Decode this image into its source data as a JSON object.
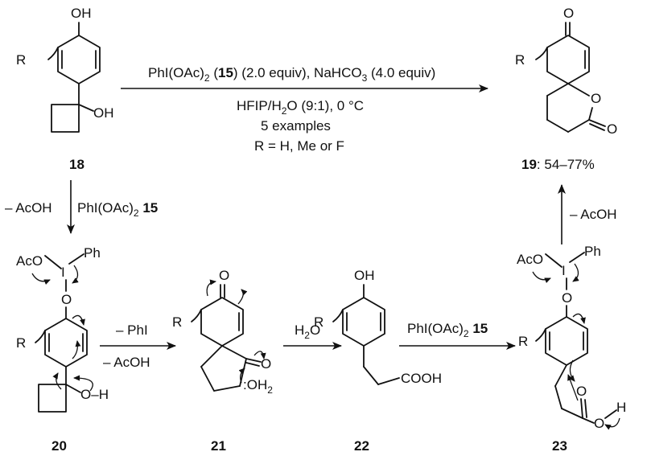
{
  "compounds": {
    "c18": "18",
    "c19_label": "19",
    "c19_yield": ": 54–77%",
    "c20": "20",
    "c21": "21",
    "c22": "22",
    "c23": "23"
  },
  "atoms": {
    "oh": "OH",
    "r": "R",
    "o": "O",
    "ph": "Ph",
    "i": "I",
    "aco": "AcO",
    "h": "H",
    "cooh": "COOH",
    "oh2_lone": ":OH",
    "sub2": "2",
    "dash_h": "–H"
  },
  "conditions": {
    "top_line1_a": "PhI(OAc)",
    "top_line1_sub": "2",
    "top_line1_b": " (",
    "top_line1_bold": "15",
    "top_line1_c": ") (2.0 equiv), NaHCO",
    "top_line1_sub2": "3",
    "top_line1_d": " (4.0 equiv)",
    "top_line2_a": "HFIP/H",
    "top_line2_sub": "2",
    "top_line2_b": "O (9:1), 0 °C",
    "top_line3": "5 examples",
    "top_line4": "R = H, Me or F",
    "down_left": "– AcOH",
    "down_right_a": "PhI(OAc)",
    "down_right_sub": "2",
    "down_right_bold": " 15",
    "s2_top": "– PhI",
    "s2_bottom": "– AcOH",
    "s3_a": "H",
    "s3_sub": "2",
    "s3_b": "O",
    "s4_a": "PhI(OAc)",
    "s4_sub": "2",
    "s4_bold": " 15",
    "up": "– AcOH"
  }
}
